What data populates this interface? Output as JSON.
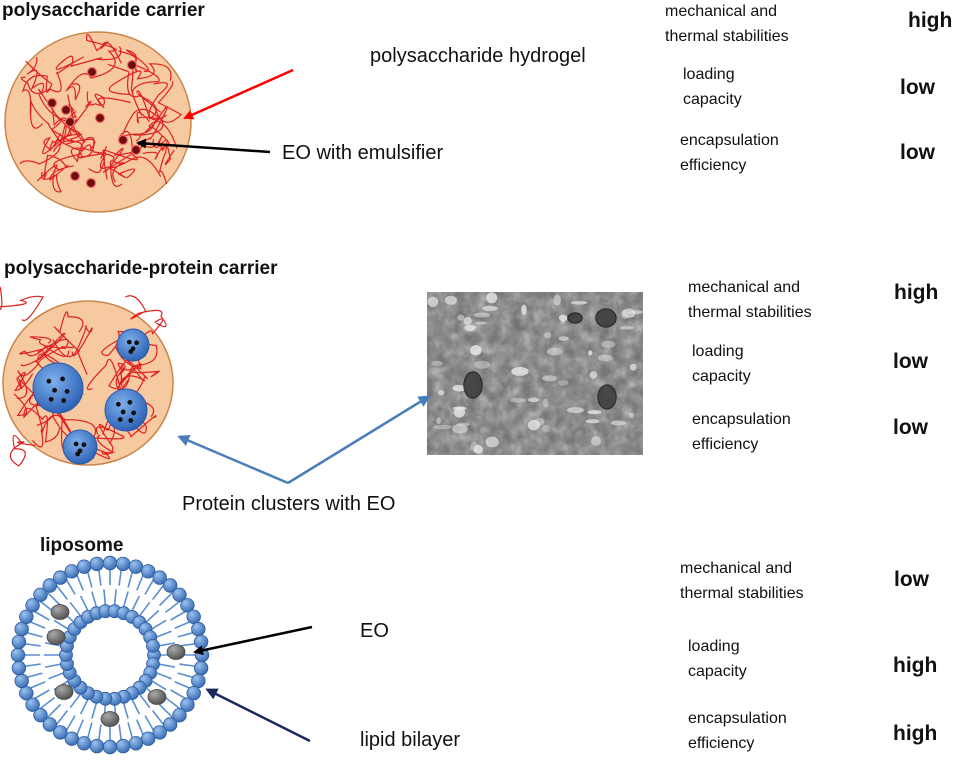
{
  "panels": [
    {
      "title": "polysaccharide carrier",
      "labels": [
        "polysaccharide hydrogel",
        "EO with emulsifier"
      ],
      "props": [
        {
          "line1": "mechanical and",
          "line2": "thermal stabilities",
          "value": "high"
        },
        {
          "line1": "loading",
          "line2": "capacity",
          "value": "low"
        },
        {
          "line1": "encapsulation",
          "line2": "efficiency",
          "value": "low"
        }
      ]
    },
    {
      "title": "polysaccharide-protein carrier",
      "labels": [
        "Protein clusters with EO"
      ],
      "props": [
        {
          "line1": "mechanical and",
          "line2": "thermal stabilities",
          "value": "high"
        },
        {
          "line1": "loading",
          "line2": "capacity",
          "value": "low"
        },
        {
          "line1": "encapsulation",
          "line2": "efficiency",
          "value": "low"
        }
      ]
    },
    {
      "title": "liposome",
      "labels": [
        "EO",
        "lipid bilayer"
      ],
      "props": [
        {
          "line1": "mechanical and",
          "line2": "thermal stabilities",
          "value": "low"
        },
        {
          "line1": "loading",
          "line2": "capacity",
          "value": "high"
        },
        {
          "line1": "encapsulation",
          "line2": "efficiency",
          "value": "high"
        }
      ]
    }
  ],
  "colors": {
    "carrier_fill": "#f7c9a0",
    "carrier_stroke": "#c9854b",
    "fiber": "#e02020",
    "arrow_red": "#ff0000",
    "arrow_blue": "#4a7ebb",
    "arrow_navy": "#1a2a5e",
    "protein": "#3f7fd4",
    "lipid": "#5b8fd0",
    "eo_drop": "#707070"
  }
}
